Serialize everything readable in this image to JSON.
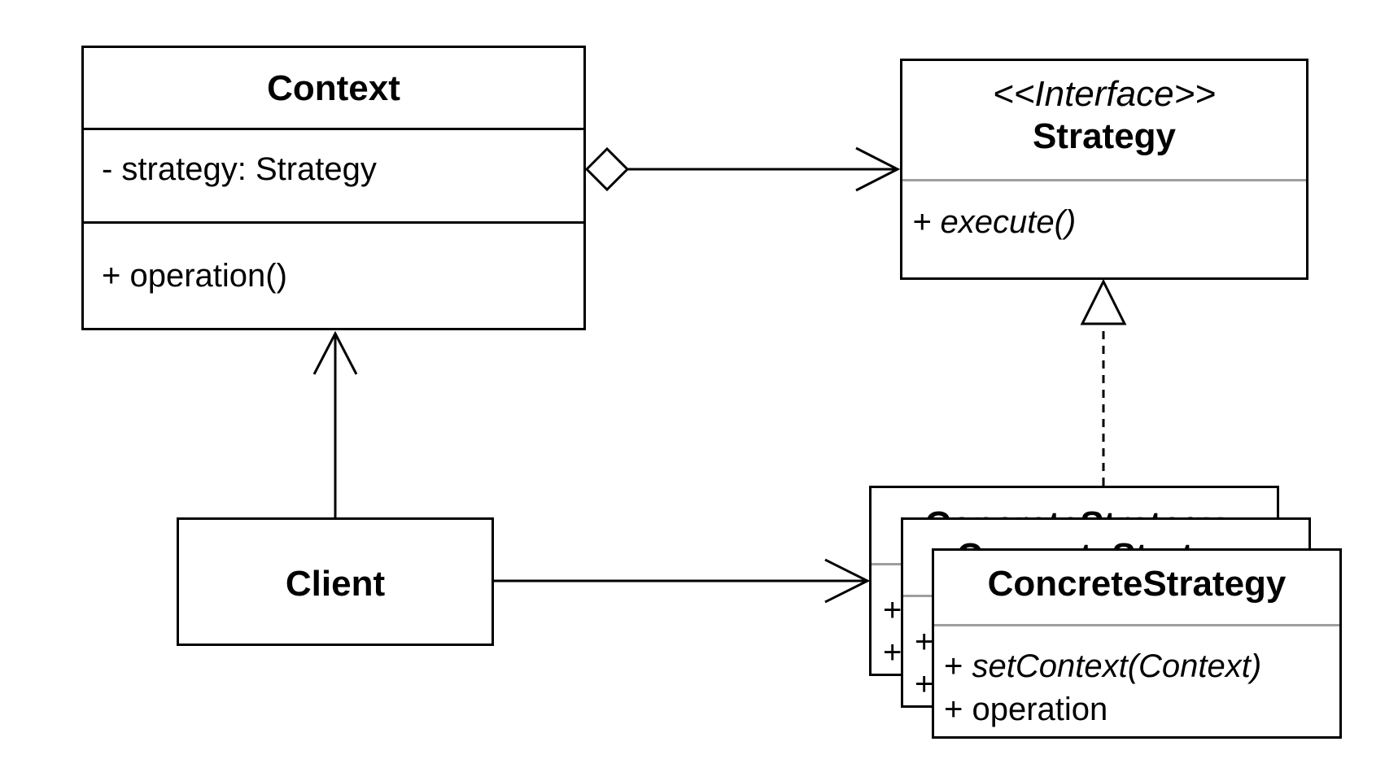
{
  "context": {
    "title": "Context",
    "attribute": "- strategy: Strategy",
    "operation": "+ operation()"
  },
  "strategy": {
    "stereotype": "<<Interface>>",
    "title": "Strategy",
    "method": "+ execute()"
  },
  "client": {
    "title": "Client"
  },
  "concrete_strategies": [
    {
      "title": "ConcreteStrategy",
      "method_prefix": "+",
      "operation_prefix": "+"
    },
    {
      "title": "ConcreteStrategy",
      "method_prefix": "+",
      "operation_prefix": "+"
    },
    {
      "title": "ConcreteStrategy",
      "method_prefix": "+ ",
      "method": "setContext(Context)",
      "operation": "+ operation"
    }
  ]
}
